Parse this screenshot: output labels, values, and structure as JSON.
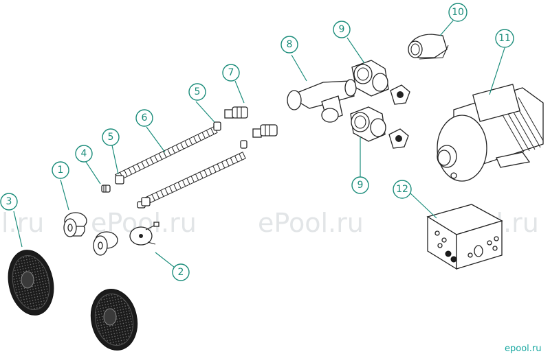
{
  "watermark": {
    "left": "l.ru",
    "mid1": "ePool.ru",
    "mid2": "ePool.ru",
    "right": "ePool.ru"
  },
  "brand": "epool.ru",
  "callouts": {
    "c1": "1",
    "c2": "2",
    "c3": "3",
    "c4": "4",
    "c5a": "5",
    "c5b": "5",
    "c6": "6",
    "c7": "7",
    "c8": "8",
    "c9a": "9",
    "c9b": "9",
    "c10": "10",
    "c11": "11",
    "c12": "12"
  },
  "colors": {
    "callout": "#1a8c7a",
    "brand": "#16a7a0",
    "watermark": "#e2e5e7"
  }
}
